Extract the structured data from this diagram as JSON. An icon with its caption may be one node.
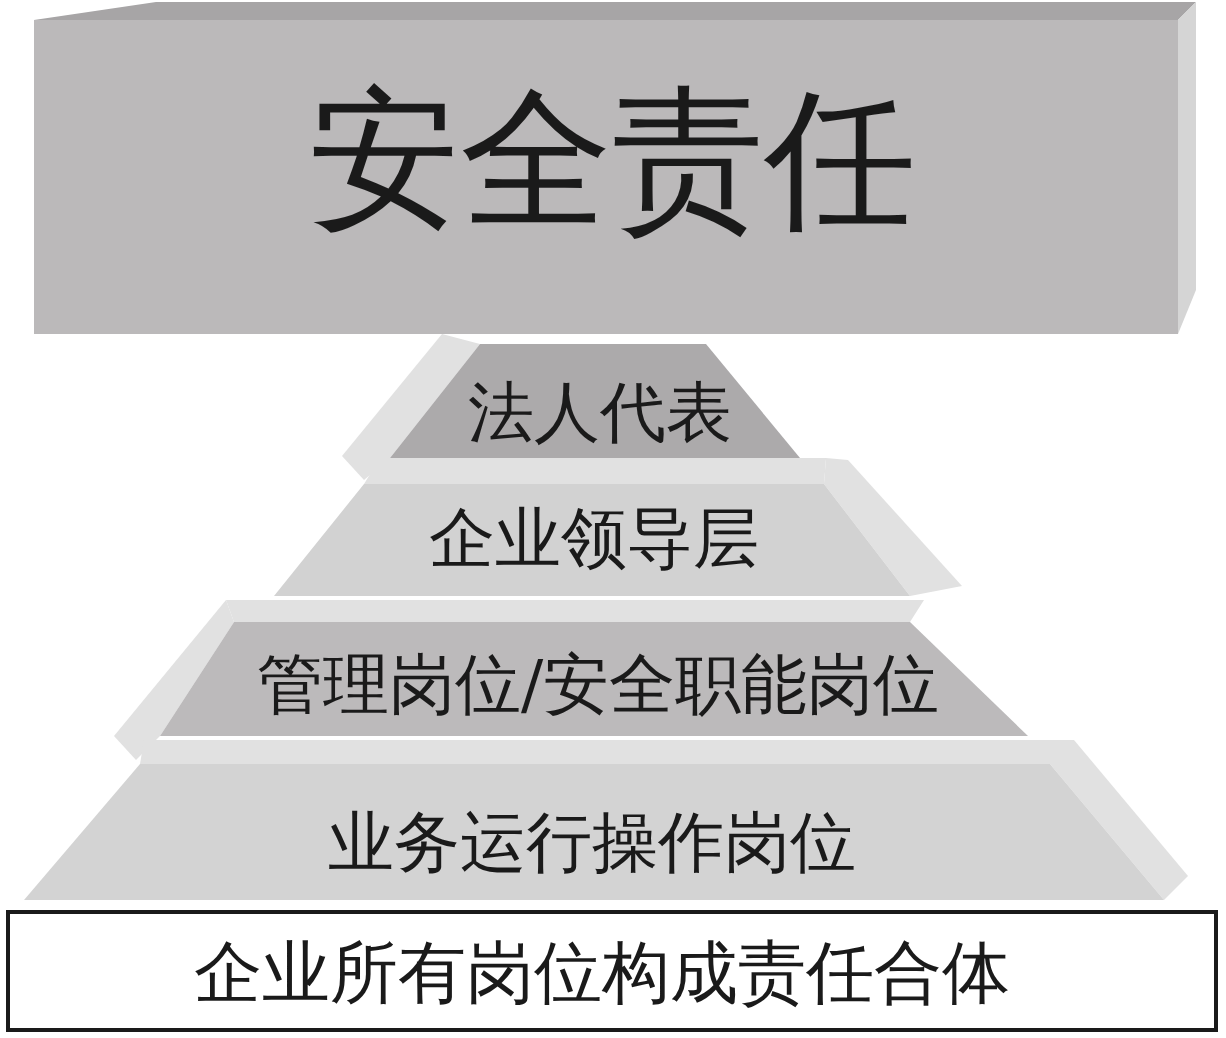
{
  "diagram": {
    "nodes": [
      {
        "text": [
          "安全责任"
        ]
      },
      {
        "text": [
          "法人代表"
        ]
      },
      {
        "text": [
          "企业领导层"
        ]
      },
      {
        "text": [
          "管理岗位/安全职能岗位"
        ]
      },
      {
        "text": [
          "业务运行操作岗位"
        ]
      },
      {
        "text": [
          "企业所有岗位构成责任合体"
        ]
      }
    ]
  }
}
